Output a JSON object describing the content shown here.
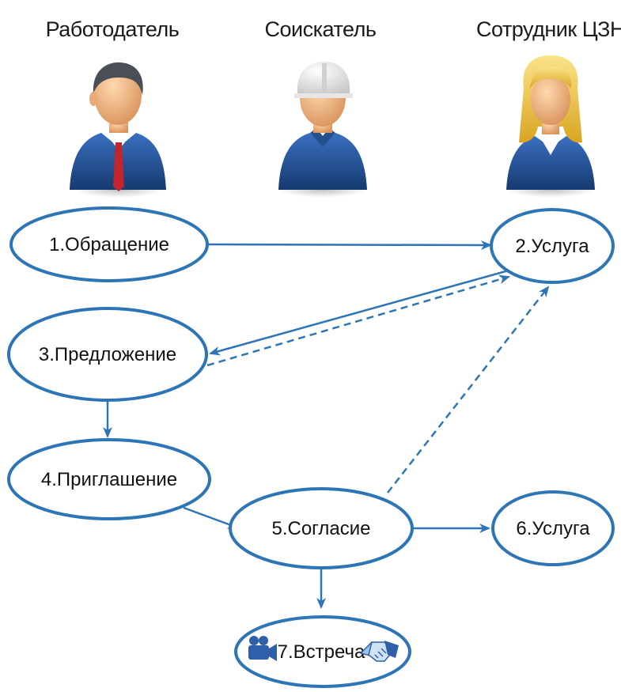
{
  "roles": {
    "employer": "Работодатель",
    "applicant": "Соискатель",
    "czn_employee": "Сотрудник ЦЗН"
  },
  "nodes": {
    "n1": "1.Обращение",
    "n2": "2.Услуга",
    "n3": "3.Предложение",
    "n4": "4.Приглашение",
    "n5": "5.Согласие",
    "n6": "6.Услуга",
    "n7": "7.Встреча"
  },
  "colors": {
    "stroke": "#2e75b6",
    "suit": "#1f4e8c",
    "skin": "#f2b886",
    "tie": "#c0262c",
    "helmet": "#f2f2f2",
    "hair_blonde": "#f0c64a"
  },
  "icons": [
    "employer-avatar-icon",
    "applicant-avatar-icon",
    "czn-employee-avatar-icon",
    "video-camera-icon",
    "handshake-icon"
  ]
}
